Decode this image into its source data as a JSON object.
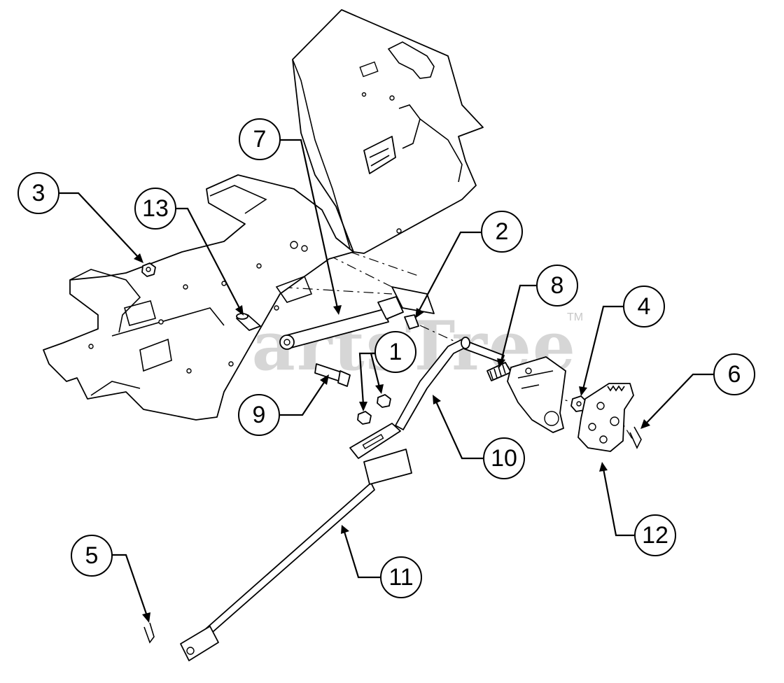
{
  "watermark": {
    "text": "PartsTree",
    "trademark": "TM"
  },
  "callouts": [
    {
      "id": "callout-1",
      "label": "1"
    },
    {
      "id": "callout-2",
      "label": "2"
    },
    {
      "id": "callout-3",
      "label": "3"
    },
    {
      "id": "callout-4",
      "label": "4"
    },
    {
      "id": "callout-5",
      "label": "5"
    },
    {
      "id": "callout-6",
      "label": "6"
    },
    {
      "id": "callout-7",
      "label": "7"
    },
    {
      "id": "callout-8",
      "label": "8"
    },
    {
      "id": "callout-9",
      "label": "9"
    },
    {
      "id": "callout-10",
      "label": "10"
    },
    {
      "id": "callout-11",
      "label": "11"
    },
    {
      "id": "callout-12",
      "label": "12"
    },
    {
      "id": "callout-13",
      "label": "13"
    }
  ]
}
